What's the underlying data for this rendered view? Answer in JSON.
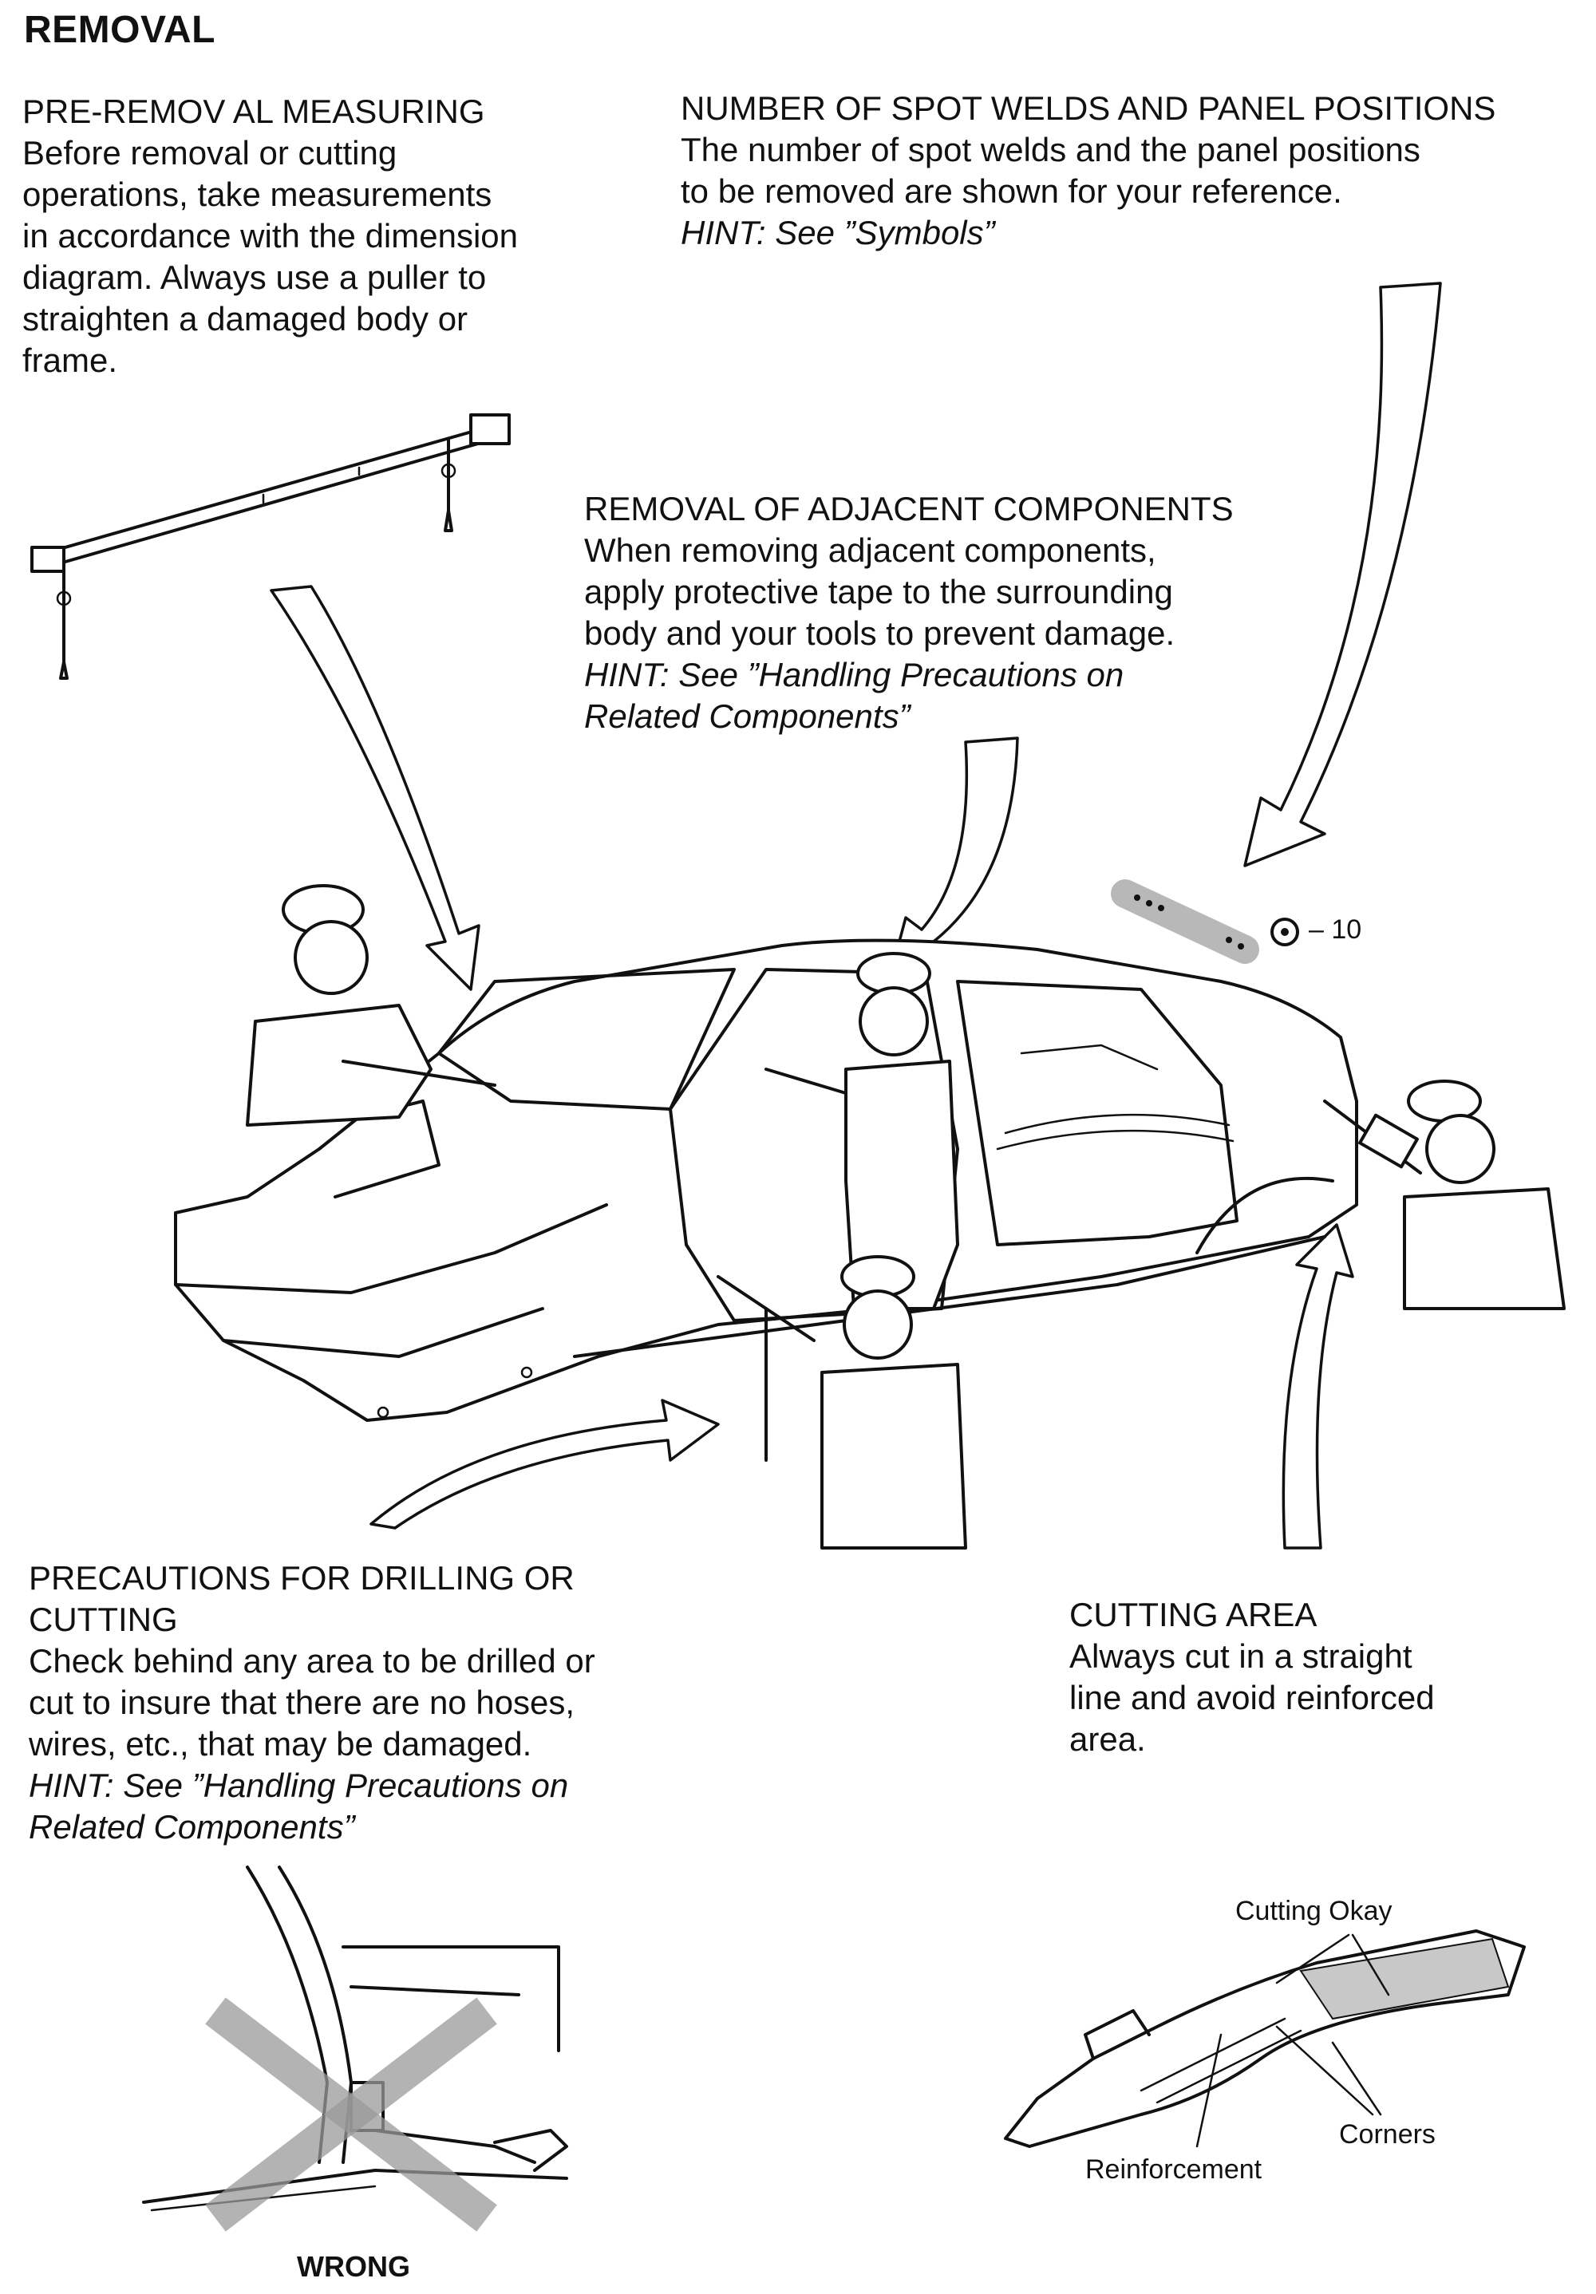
{
  "page": {
    "title": "REMOVAL"
  },
  "sections": {
    "pre_removal": {
      "heading": "PRE-REMOV AL MEASURING",
      "lines": [
        "Before removal or cutting",
        "operations, take measurements",
        "in accordance with the dimension",
        "diagram. Always use a puller to",
        "straighten a damaged body or",
        "frame."
      ]
    },
    "spot_welds": {
      "heading": "NUMBER OF SPOT WELDS AND PANEL POSITIONS",
      "lines": [
        "The number of spot welds and the panel positions",
        "to be removed are shown for your reference."
      ],
      "hint": "HINT: See ”Symbols”"
    },
    "adjacent": {
      "heading": "REMOVAL OF ADJACENT COMPONENTS",
      "lines": [
        "When removing adjacent components,",
        "apply protective tape to the surrounding",
        "body and your tools to prevent damage."
      ],
      "hint_lines": [
        "HINT: See ”Handling Precautions on",
        "Related Components”"
      ]
    },
    "drilling": {
      "heading_lines": [
        "PRECAUTIONS FOR DRILLING OR",
        "CUTTING"
      ],
      "lines": [
        "Check behind any area to be drilled or",
        "cut to insure that there are no hoses,",
        "wires, etc., that may be damaged."
      ],
      "hint_lines": [
        "HINT: See ”Handling Precautions on",
        "Related Components”"
      ]
    },
    "cutting_area": {
      "heading": "CUTTING AREA",
      "lines": [
        "Always cut in a straight",
        "line and avoid reinforced",
        "area."
      ]
    }
  },
  "illustrations": {
    "weld_symbol_label": "– 10",
    "wrong_label": "WRONG",
    "cutting_okay_label": "Cutting Okay",
    "corners_label": "Corners",
    "reinforcement_label": "Reinforcement"
  },
  "icons": {
    "spot_weld_symbol": "spot-weld-symbol-icon",
    "wrong_cross": "wrong-x-icon"
  }
}
